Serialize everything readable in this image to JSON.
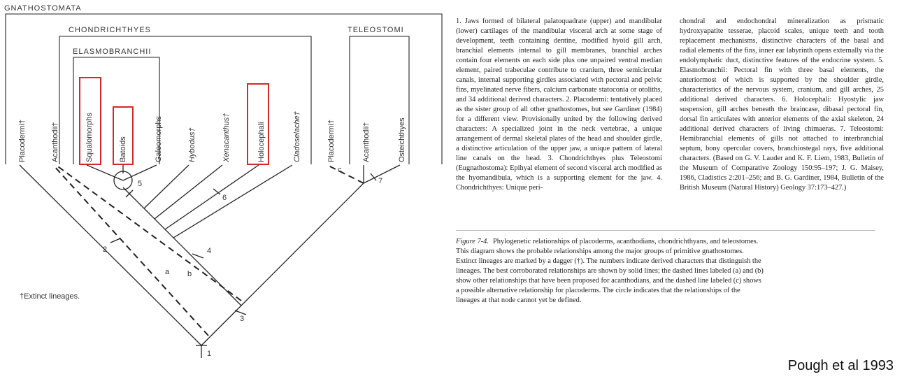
{
  "figure": {
    "groups": {
      "gnathostomata": "GNATHOSTOMATA",
      "chondrichthyes": "CHONDRICHTHYES",
      "elasmobranchii": "ELASMOBRANCHII",
      "teleostomi": "TELEOSTOMI"
    },
    "taxa": [
      {
        "label": "Placodermi",
        "dagger": "†"
      },
      {
        "label": "Acanthodii",
        "dagger": "†"
      },
      {
        "label": "Squalomorphs",
        "dagger": ""
      },
      {
        "label": "Batoids",
        "dagger": ""
      },
      {
        "label": "Galeomorphs",
        "dagger": ""
      },
      {
        "label": "Hybodus",
        "dagger": "†"
      },
      {
        "label": "Xenacanthus",
        "dagger": "†"
      },
      {
        "label": "Holocephali",
        "dagger": ""
      },
      {
        "label": "Cladoselache",
        "dagger": "†"
      },
      {
        "label": "Placodermi",
        "dagger": "†"
      },
      {
        "label": "Acanthodii",
        "dagger": "†"
      },
      {
        "label": "Osteichthyes",
        "dagger": ""
      }
    ],
    "node_labels": {
      "n1": "1",
      "n2": "2",
      "n3": "3",
      "n4": "4",
      "n5": "5",
      "n6": "6",
      "n7": "7"
    },
    "dashed_labels": {
      "a": "a",
      "b": "b",
      "c": "c"
    },
    "legend": "†Extinct lineages."
  },
  "text_columns": {
    "col1": "1. Jaws formed of bilateral palatoquadrate (upper) and mandibular (lower) cartilages of the mandibular visceral arch at some stage of development, teeth containing dentine, modified hyoid gill arch, branchial elements internal to gill membranes, branchial arches contain four elements on each side plus one unpaired ventral median element, paired trabeculae contribute to cranium, three semicircular canals, internal supporting girdles associated with pectoral and pelvic fins, myelinated nerve fibers, calcium carbonate statoconia or otoliths, and 34 additional derived characters. 2. Placodermi: tentatively placed as the sister group of all other gnathostomes, but see Gardiner (1984) for a different view. Provisionally united by the following derived characters: A specialized joint in the neck vertebrae, a unique arrangement of dermal skeletal plates of the head and shoulder girdle, a distinctive articulation of the upper jaw, a unique pattern of lateral line canals on the head. 3. Chondrichthyes plus Teleostomi (Eugnathostoma): Epihyal element of second visceral arch modified as the hyomandibula, which is a supporting element for the jaw. 4. Chondrichthyes: Unique peri-",
    "col2": "chondral and endochondral mineralization as prismatic hydroxyapatite tesserae, placoid scales, unique teeth and tooth replacement mechanisms, distinctive characters of the basal and radial elements of the fins, inner ear labyrinth opens externally via the endolymphatic duct, distinctive features of the endocrine system. 5. Elasmobranchii: Pectoral fin with three basal elements, the anteriormost of which is supported by the shoulder girdle, characteristics of the nervous system, cranium, and gill arches, 25 additional derived characters. 6. Holocephali: Hyostylic jaw suspension, gill arches beneath the braincase, dibasal pectoral fin, dorsal fin articulates with anterior elements of the axial skeleton, 24 additional derived characters of living chimaeras. 7. Teleostomi: Hemibranchial elements of gills not attached to interbranchial septum, bony opercular covers, branchiostegal rays, five additional characters. (Based on G. V. Lauder and K. F. Liem, 1983, Bulletin of the Museum of Comparative Zoology 150:95–197; J. G. Maisey, 1986, Cladistics 2:201–256; and B. G. Gardiner, 1984, Bulletin of the British Museum (Natural History) Geology 37:173–427.)"
  },
  "caption": {
    "figure_label": "Figure 7-4.",
    "text": "Phylogenetic relationships of placoderms, acanthodians, chondrichthyans, and teleostomes. This diagram shows the probable relationships among the major groups of primitive gnathostomes. Extinct lineages are marked by a dagger (†). The numbers indicate derived characters that distinguish the lineages. The best corroborated relationships are shown by solid lines; the dashed lines labeled (a) and (b) show other relationships that have been proposed for acanthodians, and the dashed line labeled (c) shows a possible alternative relationship for placoderms. The circle indicates that the relationships of the lineages at that node cannot yet be defined."
  },
  "credit": "Pough et al 1993",
  "colors": {
    "highlight": "#d62828",
    "ink": "#222222"
  }
}
